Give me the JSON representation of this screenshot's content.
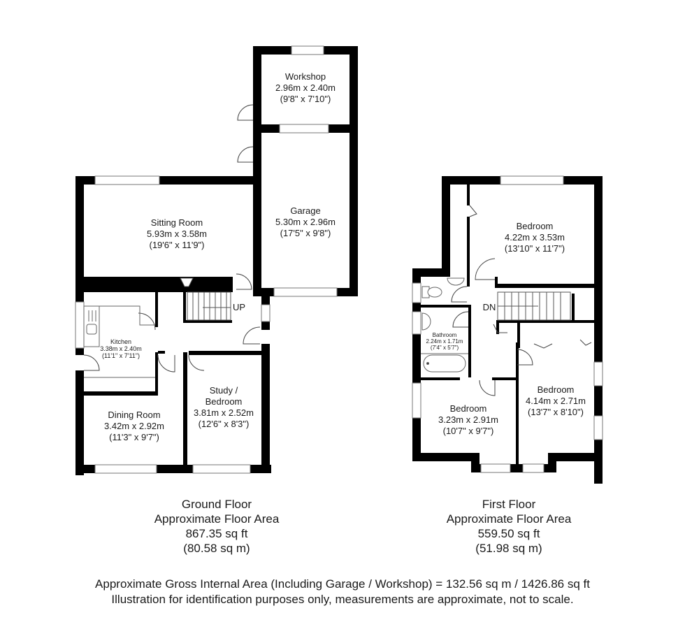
{
  "ground_floor": {
    "title": "Ground Floor",
    "area_label": "Approximate Floor Area",
    "area_sqft": "867.35 sq ft",
    "area_sqm": "(80.58 sq m)",
    "stairs_label": "UP",
    "rooms": {
      "workshop": {
        "name": "Workshop",
        "metric": "2.96m x 2.40m",
        "imperial": "(9'8\" x 7'10\")"
      },
      "garage": {
        "name": "Garage",
        "metric": "5.30m x 2.96m",
        "imperial": "(17'5\" x 9'8\")"
      },
      "sitting_room": {
        "name": "Sitting Room",
        "metric": "5.93m x 3.58m",
        "imperial": "(19'6\" x 11'9\")"
      },
      "kitchen": {
        "name": "Kitchen",
        "metric": "3.38m x 2.40m",
        "imperial": "(11'1\" x 7'11\")"
      },
      "dining_room": {
        "name": "Dining Room",
        "metric": "3.42m x 2.92m",
        "imperial": "(11'3\" x 9'7\")"
      },
      "study": {
        "name_line1": "Study /",
        "name_line2": "Bedroom",
        "metric": "3.81m x 2.52m",
        "imperial": "(12'6\" x 8'3\")"
      }
    }
  },
  "first_floor": {
    "title": "First Floor",
    "area_label": "Approximate Floor Area",
    "area_sqft": "559.50 sq ft",
    "area_sqm": "(51.98 sq m)",
    "stairs_label": "DN",
    "rooms": {
      "bedroom1": {
        "name": "Bedroom",
        "metric": "4.22m x 3.53m",
        "imperial": "(13'10\" x 11'7\")"
      },
      "bathroom": {
        "name": "Bathroom",
        "metric": "2.24m x 1.71m",
        "imperial": "(7'4\" x 5'7\")"
      },
      "bedroom2": {
        "name": "Bedroom",
        "metric": "3.23m x 2.91m",
        "imperial": "(10'7\" x 9'7\")"
      },
      "bedroom3": {
        "name": "Bedroom",
        "metric": "4.14m x 2.71m",
        "imperial": "(13'7\" x 8'10\")"
      }
    }
  },
  "footer": {
    "gross_area": "Approximate Gross Internal Area (Including Garage / Workshop) = 132.56 sq m / 1426.86 sq ft",
    "disclaimer": "Illustration for identification purposes only, measurements are approximate, not to scale."
  }
}
